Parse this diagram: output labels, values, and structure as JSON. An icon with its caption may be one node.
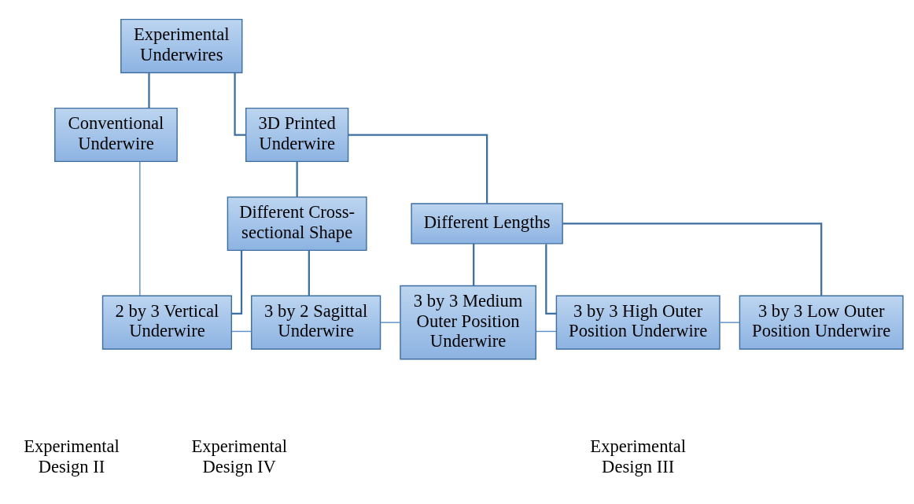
{
  "diagram": {
    "nodes": [
      {
        "text": [
          "Experimental Underwires"
        ]
      },
      {
        "text": [
          "Conventional Underwire"
        ]
      },
      {
        "text": [
          "3D Printed Underwire"
        ]
      },
      {
        "text": [
          "Different Cross-sectional Shape"
        ]
      },
      {
        "text": [
          "Different Lengths"
        ]
      },
      {
        "text": [
          "2 by 3 Vertical Underwire"
        ]
      },
      {
        "text": [
          "3 by 2 Sagittal Underwire"
        ]
      },
      {
        "text": [
          "3 by 3 Medium Outer Position Underwire"
        ]
      },
      {
        "text": [
          "3 by 3 High Outer Position Underwire"
        ]
      },
      {
        "text": [
          "3 by 3 Low Outer Position Underwire"
        ]
      }
    ],
    "edges": [
      {
        "from": 0,
        "to": 1,
        "arrow": "none"
      },
      {
        "from": 0,
        "to": 2,
        "arrow": "none"
      },
      {
        "from": 2,
        "to": 3,
        "arrow": "none"
      },
      {
        "from": 2,
        "to": 4,
        "arrow": "none"
      },
      {
        "from": 3,
        "to": 5,
        "arrow": "none"
      },
      {
        "from": 3,
        "to": 6,
        "arrow": "none"
      },
      {
        "from": 4,
        "to": 7,
        "arrow": "none"
      },
      {
        "from": 4,
        "to": 8,
        "arrow": "none"
      },
      {
        "from": 4,
        "to": 9,
        "arrow": "none"
      },
      {
        "from": 1,
        "to": 5,
        "arrow": "none",
        "color": "#5b8fc7"
      },
      {
        "from": 5,
        "to": 6,
        "arrow": "none",
        "color": "#5b8fc7"
      },
      {
        "from": 6,
        "to": 7,
        "arrow": "none",
        "color": "#5b8fc7"
      },
      {
        "from": 7,
        "to": 8,
        "arrow": "none",
        "color": "#5b8fc7"
      },
      {
        "from": 8,
        "to": 9,
        "arrow": "none",
        "color": "#5b8fc7"
      }
    ],
    "labels": [
      "Experimental Design II",
      "Experimental Design IV",
      "Experimental Design III"
    ]
  }
}
